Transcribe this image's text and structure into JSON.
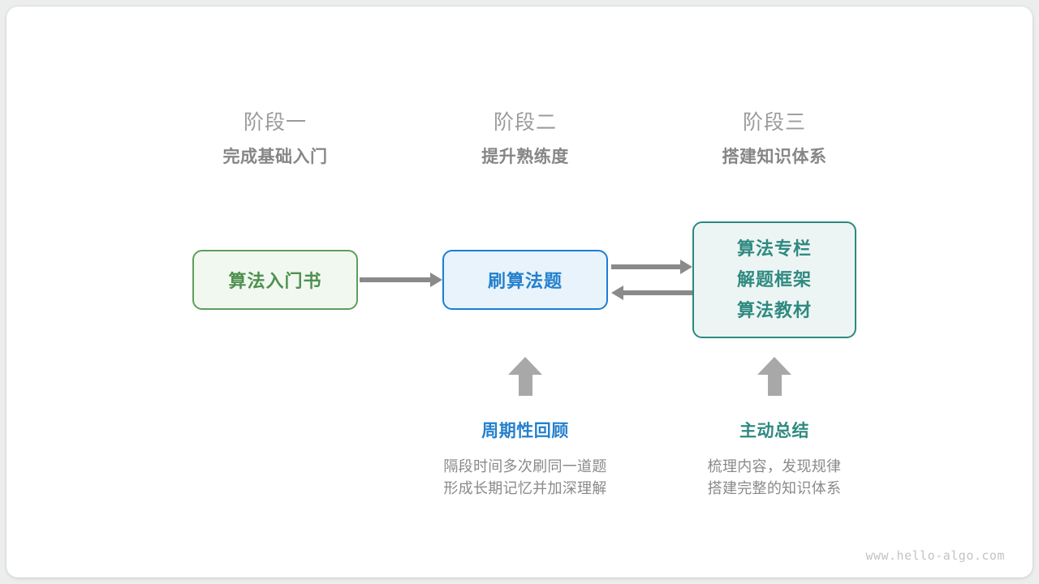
{
  "diagram": {
    "watermark": "www.hello-algo.com",
    "stages": [
      {
        "title": "阶段一",
        "subtitle": "完成基础入门"
      },
      {
        "title": "阶段二",
        "subtitle": "提升熟练度"
      },
      {
        "title": "阶段三",
        "subtitle": "搭建知识体系"
      }
    ],
    "nodes": [
      {
        "id": "book",
        "lines": [
          "算法入门书"
        ],
        "border_color": "#5d9e5d",
        "fill_color": "#f1f8f0",
        "text_color": "#4f9050"
      },
      {
        "id": "practice",
        "lines": [
          "刷算法题"
        ],
        "border_color": "#1b7fd4",
        "fill_color": "#e8f3fc",
        "text_color": "#2480cd"
      },
      {
        "id": "resources",
        "lines": [
          "算法专栏",
          "解题框架",
          "算法教材"
        ],
        "border_color": "#2c8880",
        "fill_color": "#edf5f4",
        "text_color": "#2f8a80"
      }
    ],
    "annotations": [
      {
        "id": "review",
        "title": "周期性回顾",
        "title_color": "#2480cd",
        "desc_lines": [
          "隔段时间多次刷同一道题",
          "形成长期记忆并加深理解"
        ]
      },
      {
        "id": "summary",
        "title": "主动总结",
        "title_color": "#2f8a80",
        "desc_lines": [
          "梳理内容，发现规律",
          "搭建完整的知识体系"
        ]
      }
    ],
    "connector_color": "#8a8a8a",
    "up_arrow_color": "#a8a8a8"
  }
}
